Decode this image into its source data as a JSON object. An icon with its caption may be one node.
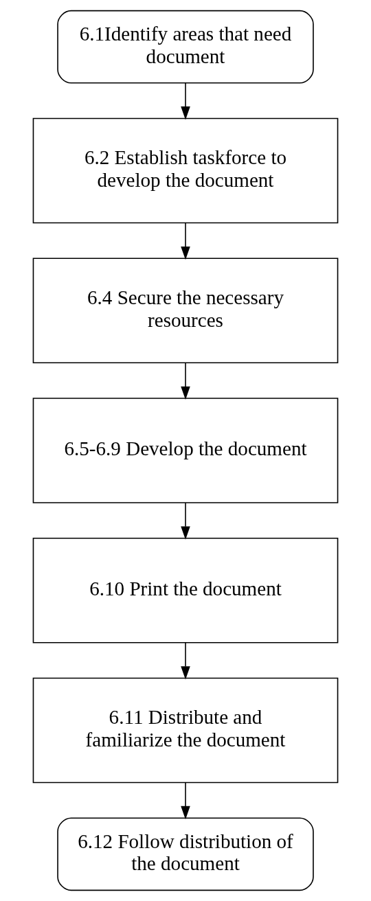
{
  "diagram": {
    "nodes": [
      {
        "text": [
          "6.1Identify areas that need document"
        ]
      },
      {
        "text": [
          "6.2 Establish taskforce to develop the document"
        ]
      },
      {
        "text": [
          "6.4 Secure the necessary resources"
        ]
      },
      {
        "text": [
          "6.5-6.9 Develop the document"
        ]
      },
      {
        "text": [
          "6.10 Print the document"
        ]
      },
      {
        "text": [
          "6.11 Distribute and familiarize the document"
        ]
      },
      {
        "text": [
          "6.12 Follow distribution of the document"
        ]
      }
    ],
    "edges": [
      {
        "from": 0,
        "to": 1,
        "arrow": "to"
      },
      {
        "from": 1,
        "to": 2,
        "arrow": "to"
      },
      {
        "from": 2,
        "to": 3,
        "arrow": "to"
      },
      {
        "from": 3,
        "to": 4,
        "arrow": "to"
      },
      {
        "from": 4,
        "to": 5,
        "arrow": "to"
      },
      {
        "from": 5,
        "to": 6,
        "arrow": "to"
      }
    ]
  }
}
